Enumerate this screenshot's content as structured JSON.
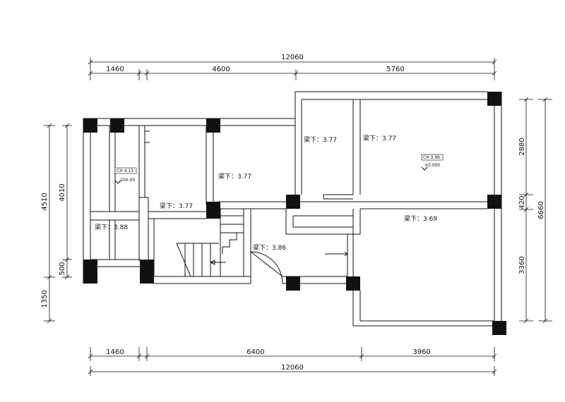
{
  "dimensions": {
    "top_total": "12060",
    "top_segments": [
      "1460",
      "4600",
      "5760"
    ],
    "bottom_segments": [
      "1460",
      "6400",
      "3960"
    ],
    "bottom_total": "12060",
    "left_outer": [
      "4510",
      "1350"
    ],
    "left_inner": [
      "4010",
      "500"
    ],
    "right_inner": [
      "2880",
      "420",
      "3360"
    ],
    "right_outer": "6660"
  },
  "beam_labels": [
    "梁下：3.77",
    "梁下：3.77",
    "梁下：3.77",
    "梁下：3.77",
    "梁下：3.88",
    "梁下：3.86",
    "梁下：3.69"
  ],
  "level_tags": {
    "left_ch": "CH  4.13",
    "left_level": "-100.00",
    "right_ch": "CH  3.96",
    "right_level": "±0.000"
  }
}
